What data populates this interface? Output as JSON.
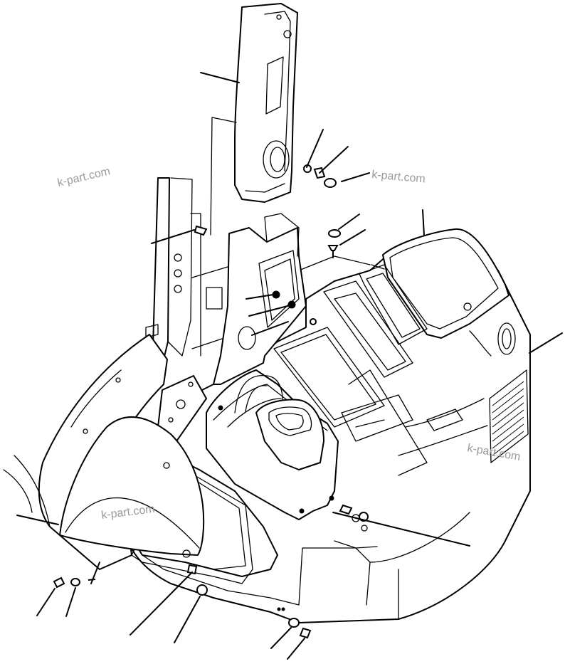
{
  "watermarks": [
    "k-part.com",
    "k-part.com",
    "k-part.com",
    "k-part.com"
  ],
  "colors": {
    "line": "#000000",
    "background": "#ffffff",
    "watermark": "#9a9a9a"
  }
}
